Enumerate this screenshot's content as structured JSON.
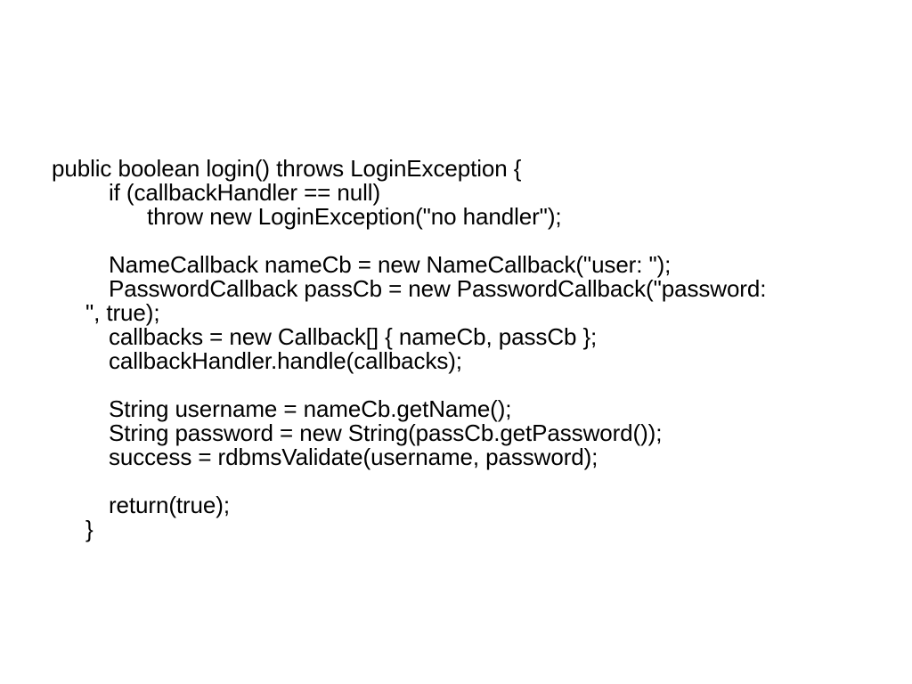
{
  "slide": {
    "background_color": "#ffffff",
    "text_color": "#000000",
    "title": "",
    "code_language": "java",
    "code": {
      "lines": [
        {
          "text": "public boolean login() throws LoginException {",
          "indent": "ind-0"
        },
        {
          "text": "if (callbackHandler == null)",
          "indent": "ind-1"
        },
        {
          "text": "throw new LoginException(\"no handler\");",
          "indent": "ind-2"
        },
        {
          "text": "",
          "indent": "ind-0"
        },
        {
          "text": "NameCallback nameCb = new NameCallback(\"user: \");",
          "indent": "ind-1"
        },
        {
          "text": "PasswordCallback passCb = new PasswordCallback(\"password:",
          "indent": "ind-1"
        },
        {
          "text": "\", true);",
          "indent": "ind-wrap"
        },
        {
          "text": "callbacks = new Callback[] { nameCb, passCb };",
          "indent": "ind-1"
        },
        {
          "text": "callbackHandler.handle(callbacks);",
          "indent": "ind-1"
        },
        {
          "text": "",
          "indent": "ind-0"
        },
        {
          "text": "String username = nameCb.getName();",
          "indent": "ind-1"
        },
        {
          "text": "String password = new String(passCb.getPassword());",
          "indent": "ind-1"
        },
        {
          "text": "success = rdbmsValidate(username, password);",
          "indent": "ind-1"
        },
        {
          "text": "",
          "indent": "ind-0"
        },
        {
          "text": "return(true);",
          "indent": "ind-1"
        },
        {
          "text": "}",
          "indent": "ind-wrap"
        }
      ]
    }
  }
}
